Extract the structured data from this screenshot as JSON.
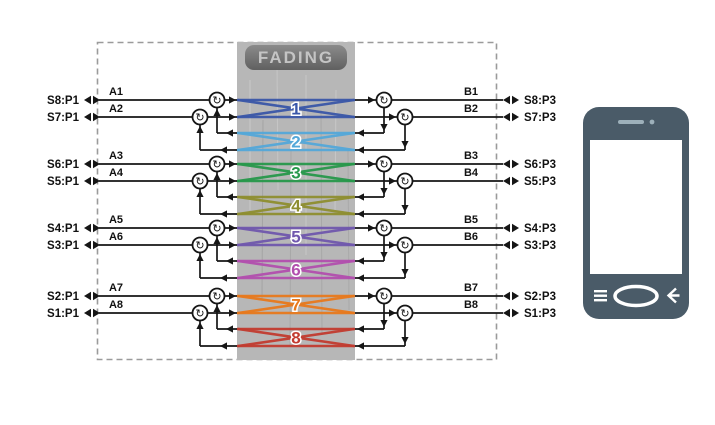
{
  "diagram": {
    "fading_label": "FADING",
    "band_color": "#b7b7b7",
    "wire_color": "#161616",
    "border_color": "#9b9b9b"
  },
  "icons": {
    "circulator": "↻"
  },
  "groups": [
    {
      "left_ports": [
        "S8:P1",
        "S7:P1"
      ],
      "a_labels": [
        "A1",
        "A2"
      ],
      "b_labels": [
        "B1",
        "B2"
      ],
      "right_ports": [
        "S8:P3",
        "S7:P3"
      ],
      "forward_channel": {
        "num": "1",
        "color": "#3a57a8"
      },
      "return_channel": {
        "num": "2",
        "color": "#54a8d9"
      }
    },
    {
      "left_ports": [
        "S6:P1",
        "S5:P1"
      ],
      "a_labels": [
        "A3",
        "A4"
      ],
      "b_labels": [
        "B3",
        "B4"
      ],
      "right_ports": [
        "S6:P3",
        "S5:P3"
      ],
      "forward_channel": {
        "num": "3",
        "color": "#27984b"
      },
      "return_channel": {
        "num": "4",
        "color": "#8e8e30"
      }
    },
    {
      "left_ports": [
        "S4:P1",
        "S3:P1"
      ],
      "a_labels": [
        "A5",
        "A6"
      ],
      "b_labels": [
        "B5",
        "B6"
      ],
      "right_ports": [
        "S4:P3",
        "S3:P3"
      ],
      "forward_channel": {
        "num": "5",
        "color": "#7058ad"
      },
      "return_channel": {
        "num": "6",
        "color": "#b24fae"
      }
    },
    {
      "left_ports": [
        "S2:P1",
        "S1:P1"
      ],
      "a_labels": [
        "A7",
        "A8"
      ],
      "b_labels": [
        "B7",
        "B8"
      ],
      "right_ports": [
        "S2:P3",
        "S1:P3"
      ],
      "forward_channel": {
        "num": "7",
        "color": "#e8791d"
      },
      "return_channel": {
        "num": "8",
        "color": "#c23b30"
      }
    }
  ],
  "phone": {
    "color": "#4a5b68"
  }
}
